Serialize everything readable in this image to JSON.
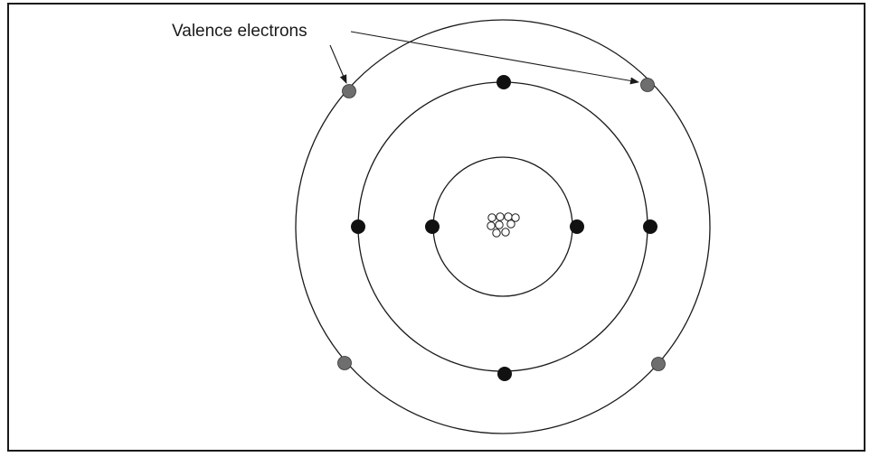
{
  "diagram": {
    "label": "Valence electrons",
    "shells": [
      {
        "name": "inner-shell",
        "electron_count": 2
      },
      {
        "name": "middle-shell",
        "electron_count": 4
      },
      {
        "name": "outer-shell",
        "electron_count": 4,
        "valence": true
      }
    ],
    "nucleus": {
      "particles": 9
    },
    "colors": {
      "line": "#1a1a1a",
      "electron": "#111111",
      "valence_electron": "#6e6e6e",
      "nucleus_particle_fill": "#ffffff"
    }
  }
}
